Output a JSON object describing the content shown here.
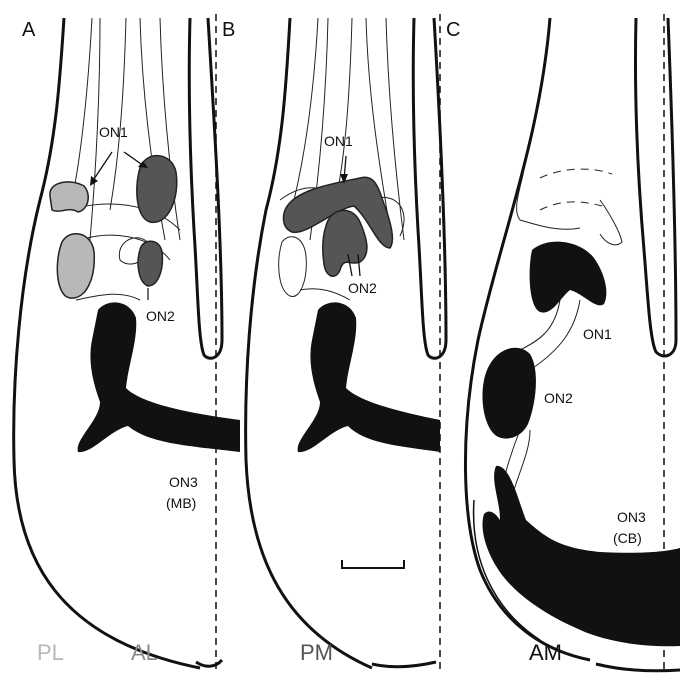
{
  "panels": [
    {
      "letter": "A"
    },
    {
      "letter": "B"
    },
    {
      "letter": "C"
    }
  ],
  "regions": {
    "pl": "PL",
    "al": "AL",
    "pm": "PM",
    "am": "AM"
  },
  "labels": {
    "a_on1": "ON1",
    "a_on2": "ON2",
    "a_on3": "ON3",
    "a_mb": "(MB)",
    "b_on1": "ON1",
    "b_on2": "ON2",
    "c_on1": "ON1",
    "c_on2": "ON2",
    "c_on3": "ON3",
    "c_cb": "(CB)"
  },
  "colors": {
    "line": "#111111",
    "black_fill": "#111111",
    "dark_gray": "#555555",
    "light_gray": "#b8b8b8",
    "pl_text": "#b8b8b8",
    "al_text": "#8a8a8a",
    "pm_text": "#555555",
    "am_text": "#111111"
  }
}
